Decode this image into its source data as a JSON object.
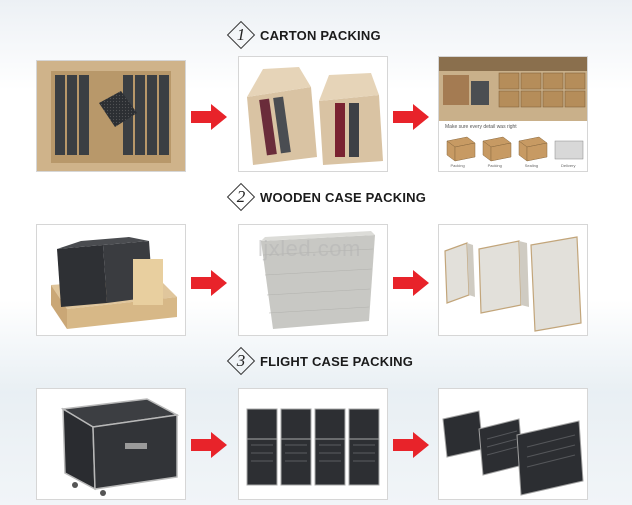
{
  "sections": [
    {
      "num": "1",
      "title": "CARTON PACKING"
    },
    {
      "num": "2",
      "title": "WOODEN CASE PACKING"
    },
    {
      "num": "3",
      "title": "FLIGHT CASE PACKING"
    }
  ],
  "watermark": "ljxled.com",
  "carton_flow": {
    "caption": "Make sure every detail was right",
    "steps": [
      "Packing",
      "Packing",
      "Sealing",
      "Delivery"
    ]
  },
  "colors": {
    "arrow": "#e8232a",
    "title": "#1b1b1b"
  }
}
